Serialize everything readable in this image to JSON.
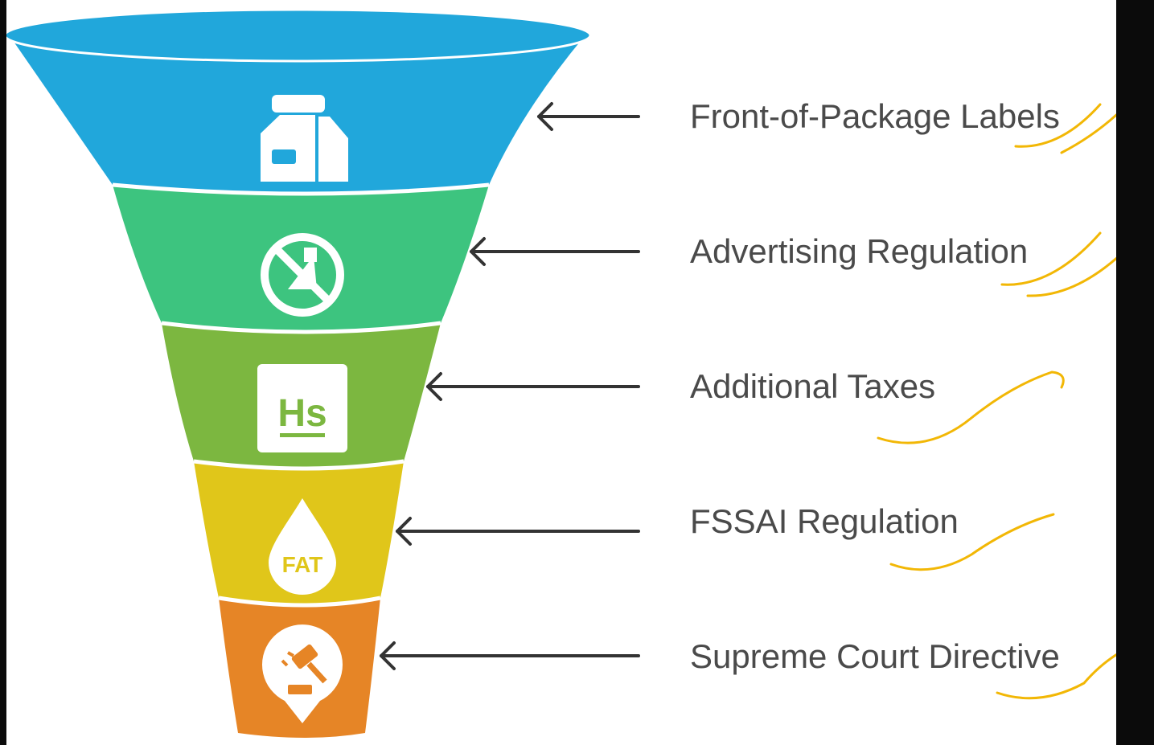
{
  "diagram": {
    "levels": [
      {
        "label": "Front-of-Package Labels",
        "color": "#21a7db",
        "icon": "food-package-icon"
      },
      {
        "label": "Advertising Regulation",
        "color": "#3dc47f",
        "icon": "no-advertising-icon"
      },
      {
        "label": "Additional Taxes",
        "color": "#7cb740",
        "icon": "hs-code-tax-icon"
      },
      {
        "label": "FSSAI Regulation",
        "color": "#e0c61a",
        "icon": "fat-drop-icon"
      },
      {
        "label": "Supreme Court Directive",
        "color": "#e68526",
        "icon": "gavel-location-icon"
      }
    ],
    "icon_texts": {
      "tax_icon": "Hs",
      "fat_icon": "FAT"
    },
    "arrow_color": "#333333",
    "annotation_color": "#f2b705"
  }
}
